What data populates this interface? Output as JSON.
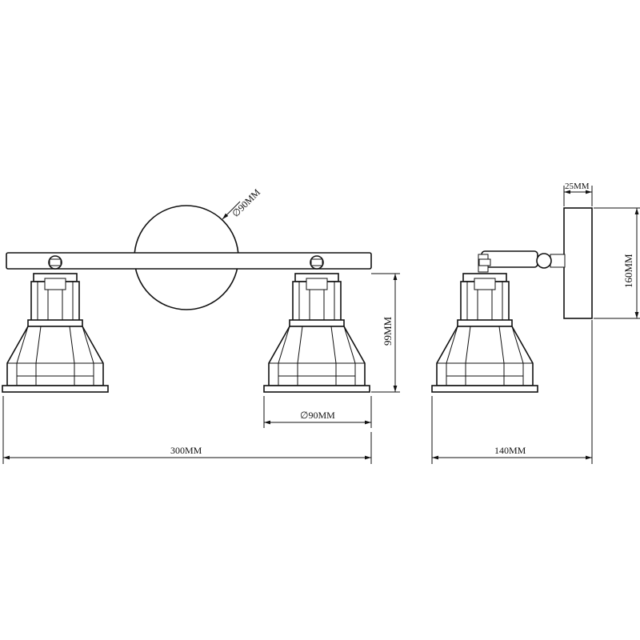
{
  "drawing": {
    "type": "technical-drawing",
    "line_color": "#111111",
    "background": "#ffffff",
    "front_view": {
      "plate_diameter_label": "∅90MM",
      "height_label": "99MM",
      "shade_diameter_label": "∅90MM",
      "total_length_label": "300MM"
    },
    "side_view": {
      "plate_thickness_label": "25MM",
      "plate_height_label": "160MM",
      "depth_label": "140MM"
    }
  }
}
